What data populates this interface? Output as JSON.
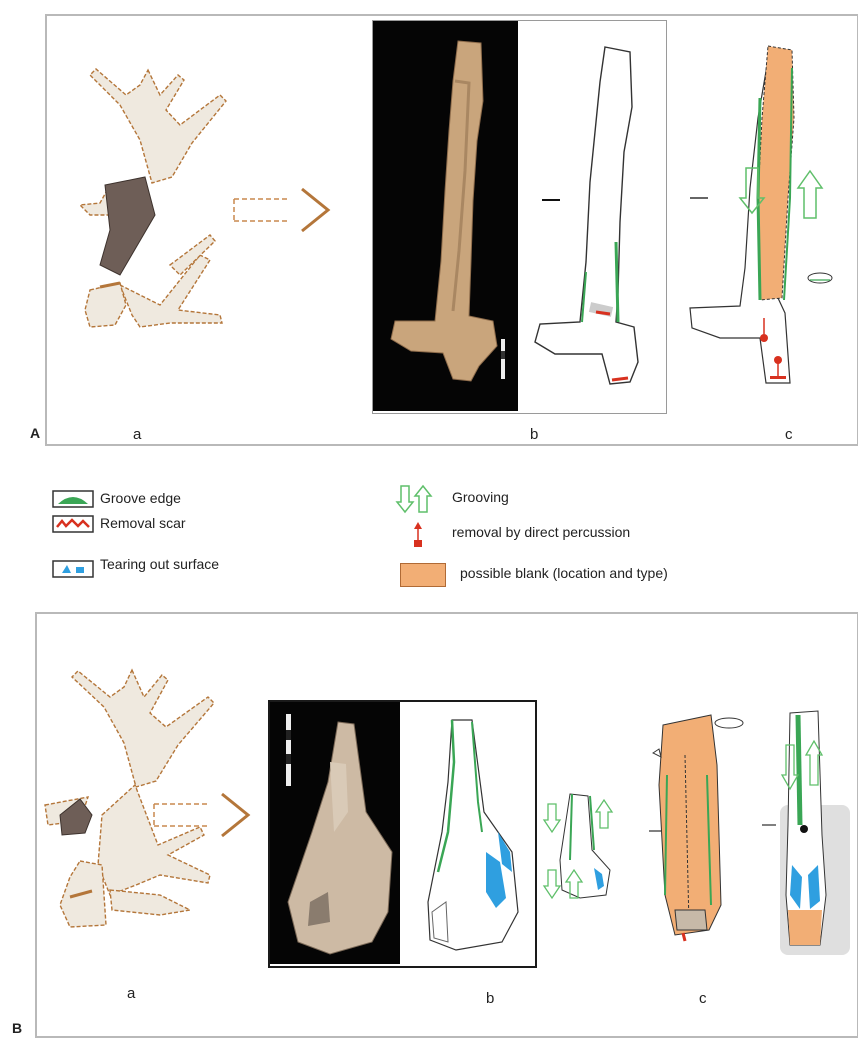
{
  "panels": {
    "A": {
      "letter": "A",
      "sub_a": "a",
      "sub_b": "b",
      "sub_c": "c"
    },
    "B": {
      "letter": "B",
      "sub_a": "a",
      "sub_b": "b",
      "sub_c": "c"
    }
  },
  "legend": {
    "groove_edge": "Groove edge",
    "removal_scar": "Removal scar",
    "tearing_surface": "Tearing out surface",
    "grooving": "Grooving",
    "percussion": "removal by direct percussion",
    "blank": "possible blank (location and type)"
  },
  "colors": {
    "antler_fill": "#efe9df",
    "antler_outline": "#b4763a",
    "selected_segment": "#6e5e57",
    "groove": "#3aa655",
    "removal": "#d8311f",
    "tearing": "#2f9fe0",
    "blank": "#f2ae75",
    "arrow_green": "#5fbf6a",
    "photo_bg": "#050505"
  }
}
